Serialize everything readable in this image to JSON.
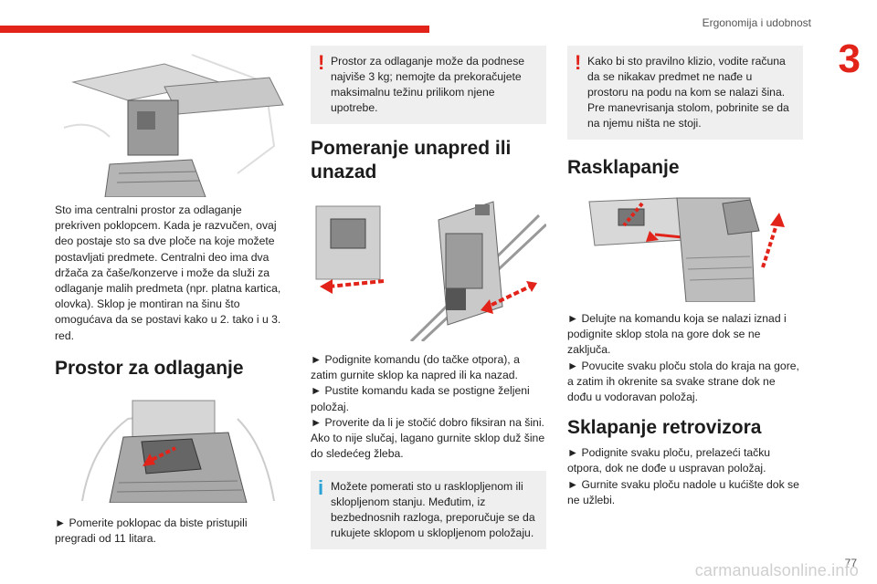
{
  "header": {
    "section": "Ergonomija i udobnost",
    "chapter": "3",
    "page": "77"
  },
  "watermark": "carmanualsonline.info",
  "col1": {
    "intro": "Sto ima centralni prostor za odlaganje prekriven poklopcem. Kada je razvučen, ovaj deo postaje sto sa dve ploče na koje možete postavljati predmete. Centralni deo ima dva držača za čaše/konzerve i može da služi za odlaganje malih predmeta (npr. platna kartica, olovka). Sklop je montiran na šinu što omogućava da se postavi kako u 2. tako i u 3. red.",
    "heading": "Prostor za odlaganje",
    "step": "► Pomerite poklopac da biste pristupili pregradi od 11 litara."
  },
  "col2": {
    "warning": "Prostor za odlaganje može da podnese najviše 3 kg; nemojte da prekoračujete maksimalnu težinu prilikom njene upotrebe.",
    "heading": "Pomeranje unapred ili unazad",
    "steps": [
      "► Podignite komandu (do tačke otpora), a zatim gurnite sklop ka napred ili ka nazad.",
      "► Pustite komandu kada se postigne željeni položaj.",
      "► Proverite da li je stočić dobro fiksiran na šini. Ako to nije slučaj, lagano gurnite sklop duž šine do sledećeg žleba."
    ],
    "info": "Možete pomerati sto u rasklopljenom ili sklopljenom stanju. Međutim, iz bezbednosnih razloga, preporučuje se da rukujete sklopom u sklopljenom položaju."
  },
  "col3": {
    "warning": "Kako bi sto pravilno klizio, vodite računa da se nikakav predmet ne nađe u prostoru na podu na kom se nalazi šina. Pre manevrisanja stolom, pobrinite se da na njemu ništa ne stoji.",
    "heading": "Rasklapanje",
    "steps": [
      "► Delujte na komandu koja se nalazi iznad i podignite sklop stola na gore dok se ne zaključa.",
      "► Povucite svaku ploču stola do kraja na gore, a zatim ih okrenite sa svake strane dok ne dođu u vodoravan položaj."
    ],
    "heading2": "Sklapanje retrovizora",
    "steps2": [
      "► Podignite svaku ploču, prelazeći tačku otpora, dok ne dođe u uspravan položaj.",
      "► Gurnite svaku ploču nadole u kućište dok se ne užlebi."
    ]
  },
  "colors": {
    "accent": "#e2231a",
    "info": "#29a3d6",
    "note_bg": "#efefef"
  }
}
